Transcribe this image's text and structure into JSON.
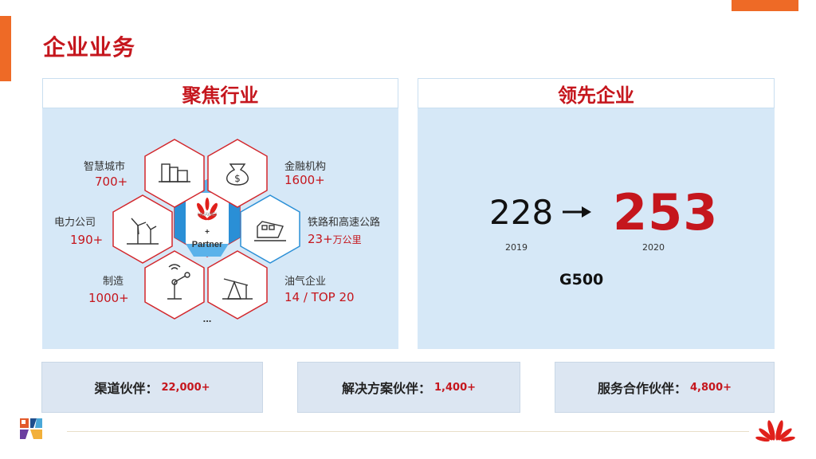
{
  "page": {
    "title": "企业业务"
  },
  "left_panel": {
    "header": "聚焦行业",
    "center": {
      "brand": "HUAWEI",
      "plus": "+",
      "partner": "Partner"
    },
    "industries": [
      {
        "name": "智慧城市",
        "value": "700+",
        "icon": "city-buildings-icon"
      },
      {
        "name": "金融机构",
        "value": "1600+",
        "icon": "money-bag-icon"
      },
      {
        "name": "电力公司",
        "value": "190+",
        "icon": "wind-turbine-icon"
      },
      {
        "name": "铁路和高速公路",
        "value": "23+",
        "unit": "万公里",
        "icon": "train-icon"
      },
      {
        "name": "制造",
        "value": "1000+",
        "icon": "robot-arm-icon"
      },
      {
        "name": "油气企业",
        "value": "14 / TOP 20",
        "icon": "oil-pump-icon"
      }
    ],
    "ellipsis": "..."
  },
  "right_panel": {
    "header": "领先企业",
    "from_value": "228",
    "to_value": "253",
    "from_year": "2019",
    "to_year": "2020",
    "caption": "G500"
  },
  "stats": [
    {
      "label": "渠道伙伴：",
      "value": "22,000+"
    },
    {
      "label": "解决方案伙伴：",
      "value": "1,400+"
    },
    {
      "label": "服务合作伙伴：",
      "value": "4,800+"
    }
  ],
  "colors": {
    "accent": "#ee6a26",
    "brand_red": "#c5161d",
    "panel_bg": "#d6e8f7",
    "stat_bg": "#dce6f2"
  }
}
